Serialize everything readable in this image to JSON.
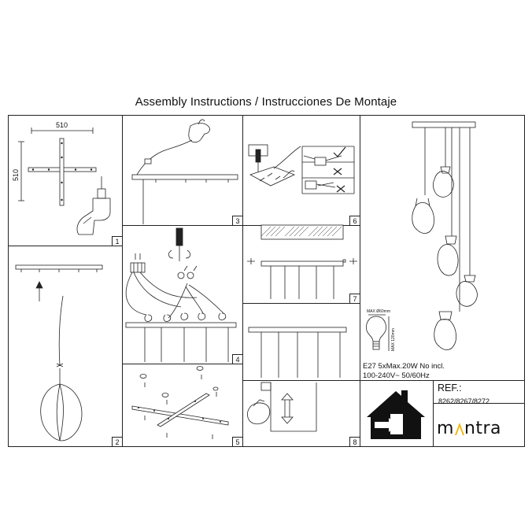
{
  "title": "Assembly Instructions / Instrucciones De Montaje",
  "panels": [
    {
      "number": "1",
      "dim_width": "510",
      "dim_height": "510"
    },
    {
      "number": "2"
    },
    {
      "number": "3"
    },
    {
      "number": "4"
    },
    {
      "number": "5"
    },
    {
      "number": "6"
    },
    {
      "number": "7"
    },
    {
      "number": "8"
    }
  ],
  "bulb": {
    "max_diameter": "MAX Ø60mm",
    "max_height": "MAX 120mm",
    "spec_line1": "E27 5xMax.20W  No incl.",
    "spec_line2": "100-240V~ 50/60Hz"
  },
  "reference": {
    "label": "REF.:",
    "codes": "8262/8267/8272"
  },
  "brand": {
    "before": "m",
    "after": "ntra"
  },
  "colors": {
    "line": "#222222",
    "brand_accent": "#f2b400"
  },
  "icons": [
    "drill-icon",
    "hand-icon",
    "screwdriver-icon",
    "house-exit-icon",
    "arrow-up-icon",
    "arrow-updown-icon"
  ]
}
